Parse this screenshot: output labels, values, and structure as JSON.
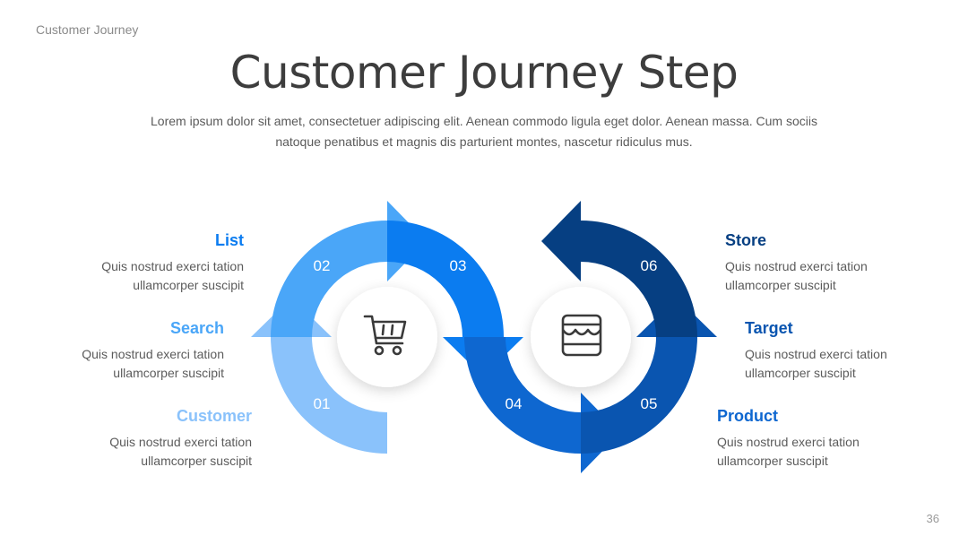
{
  "header": {
    "label": "Customer Journey"
  },
  "title": "Customer Journey Step",
  "subtitle": "Lorem ipsum dolor sit amet, consectetuer adipiscing elit. Aenean commodo ligula eget dolor. Aenean massa. Cum sociis natoque penatibus et magnis dis parturient montes, nascetur ridiculus mus.",
  "steps": [
    {
      "number": "01",
      "title": "Customer",
      "desc1": "Quis nostrud exerci tation",
      "desc2": "ullamcorper suscipit",
      "color": "#8ac2fb"
    },
    {
      "number": "02",
      "title": "Search",
      "desc1": "Quis nostrud exerci tation",
      "desc2": "ullamcorper suscipit",
      "color": "#4aa6f8"
    },
    {
      "number": "03",
      "title": "List",
      "desc1": "Quis nostrud exerci tation",
      "desc2": "ullamcorper suscipit",
      "color": "#0b7cf0"
    },
    {
      "number": "04",
      "title": "Product",
      "desc1": "Quis nostrud exerci tation",
      "desc2": "ullamcorper suscipit",
      "color": "#0e67d0"
    },
    {
      "number": "05",
      "title": "Target",
      "desc1": "Quis nostrud exerci tation",
      "desc2": "ullamcorper suscipit",
      "color": "#0a55b0"
    },
    {
      "number": "06",
      "title": "Store",
      "desc1": "Quis nostrud exerci tation",
      "desc2": "ullamcorper suscipit",
      "color": "#063f82"
    }
  ],
  "icons": {
    "left": "shopping-cart-icon",
    "right": "store-icon"
  },
  "page_number": "36"
}
